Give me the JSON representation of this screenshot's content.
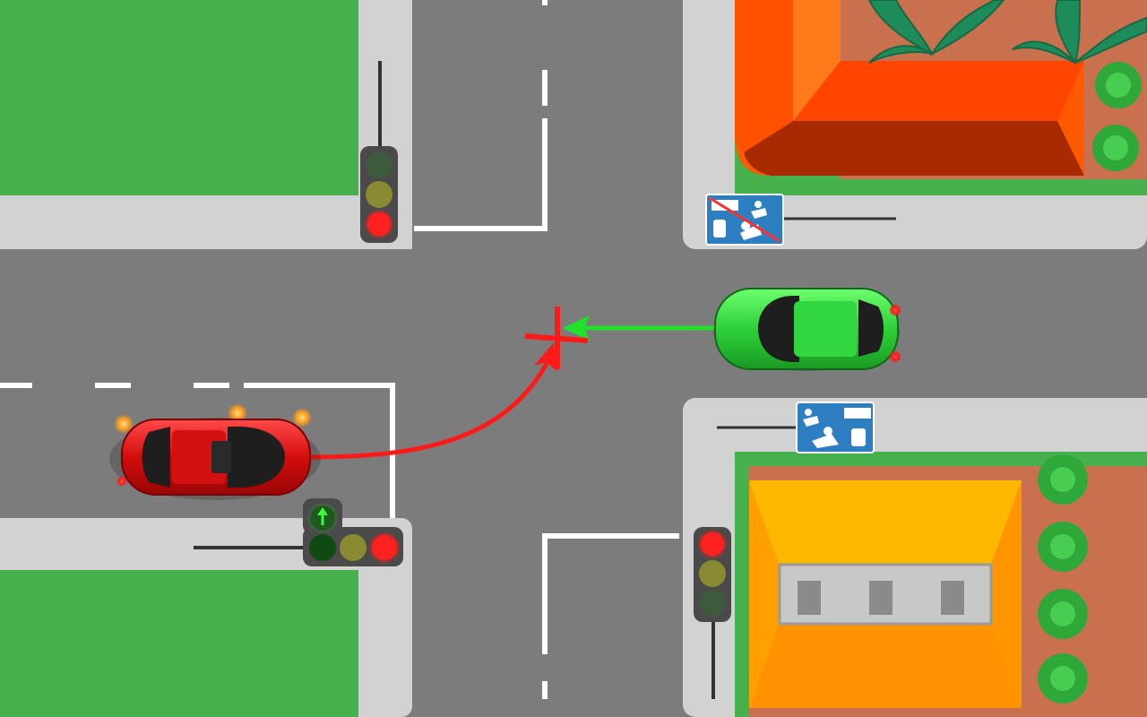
{
  "scene": {
    "type": "road-intersection-diagram",
    "orientation": "top-down",
    "colors": {
      "road": "#7c7c7c",
      "sidewalk": "#d2d2d2",
      "grass": "#45b04c",
      "lane_marking": "#ffffff",
      "red_car": "#e11414",
      "green_car": "#2ed13a",
      "path_red": "#ff1a1a",
      "path_green": "#22e12a",
      "conflict_mark": "#ff1a1a",
      "roof_orange": "#ff5a00",
      "roof_yellow": "#ffad00",
      "sign_blue": "#2d7fc1"
    }
  },
  "vehicles": [
    {
      "id": "red-car",
      "color": "red",
      "heading": "east",
      "turn_signal": "left",
      "maneuver": "left turn"
    },
    {
      "id": "green-car",
      "color": "green",
      "heading": "west",
      "maneuver": "straight"
    }
  ],
  "traffic_lights": [
    {
      "id": "light-top-left",
      "active": "red"
    },
    {
      "id": "light-bottom-right",
      "active": "red"
    },
    {
      "id": "light-with-arrow",
      "active": "red",
      "arrow_section": "green",
      "arrow_direction": "up"
    }
  ],
  "signs": [
    {
      "id": "sign-top",
      "type": "end-of-living-zone",
      "icon": "living-zone-crossed-icon"
    },
    {
      "id": "sign-bottom",
      "type": "living-zone",
      "icon": "living-zone-icon"
    }
  ],
  "paths": [
    {
      "id": "red-path",
      "from": "red-car",
      "shape": "curve-left"
    },
    {
      "id": "green-path",
      "from": "green-car",
      "shape": "straight"
    }
  ],
  "conflict": {
    "id": "conflict-point",
    "icon": "cross-icon"
  }
}
